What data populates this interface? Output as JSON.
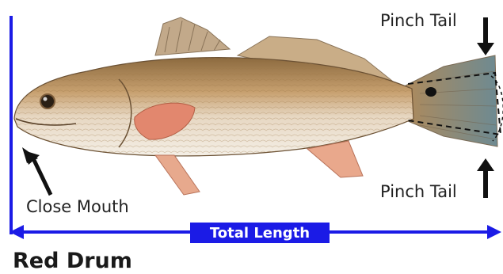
{
  "labels": {
    "pinch_tail_top": "Pinch Tail",
    "pinch_tail_bottom": "Pinch Tail",
    "close_mouth": "Close Mouth",
    "total_length": "Total Length",
    "species": "Red Drum"
  },
  "colors": {
    "measure_blue": "#1b1be6",
    "arrow_black": "#111111"
  },
  "icons": [
    "arrow-down-icon",
    "arrow-up-icon",
    "arrow-mouth-icon"
  ]
}
